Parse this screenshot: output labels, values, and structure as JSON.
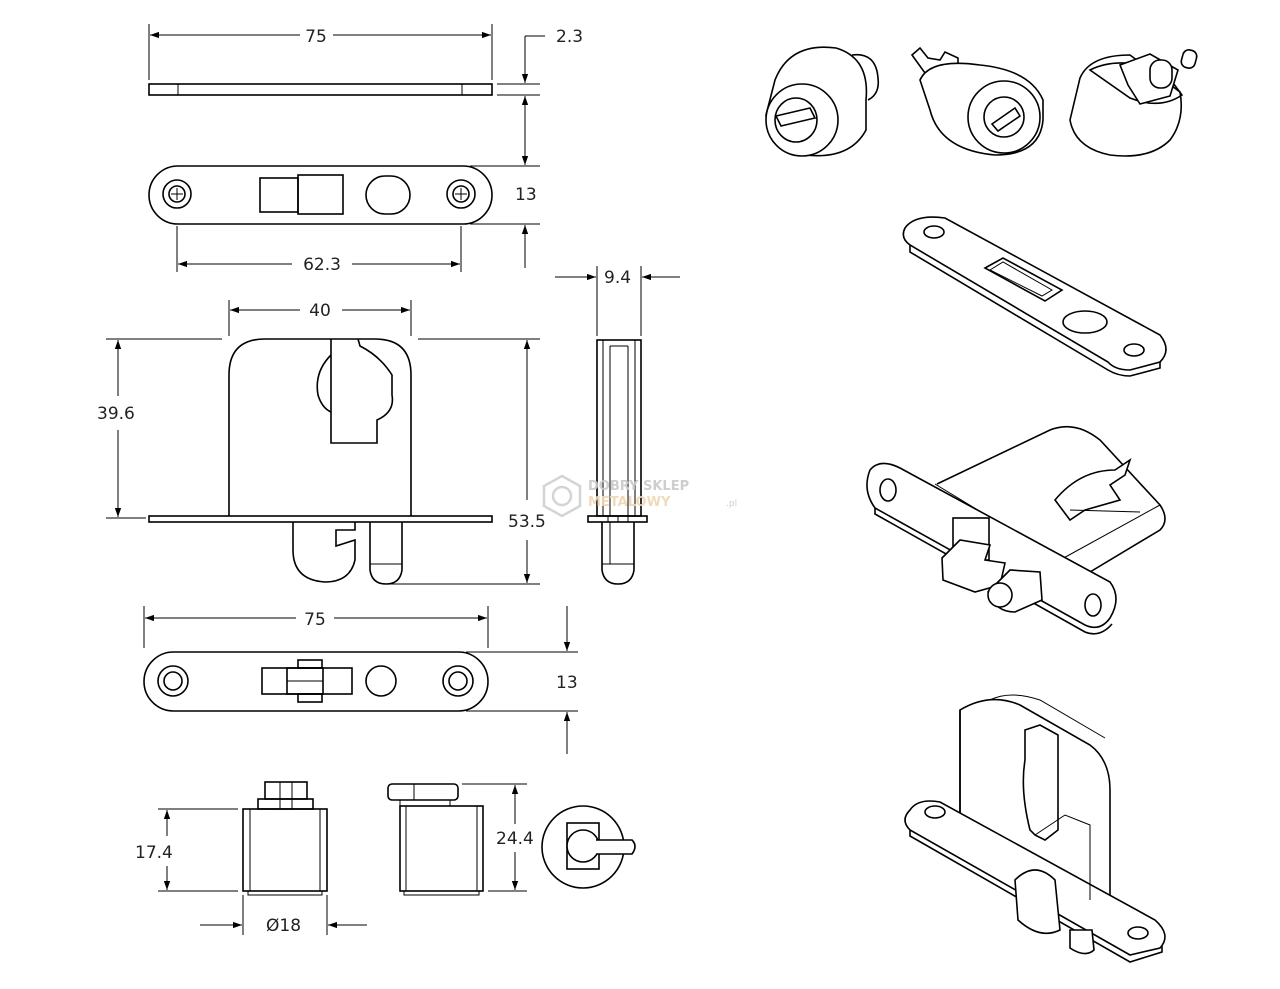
{
  "dimensions": {
    "top_width": "75",
    "thickness": "2.3",
    "plate_height": "13",
    "hole_spacing": "62.3",
    "body_width": "40",
    "body_height": "39.6",
    "side_width": "9.4",
    "total_height": "53.5",
    "bottom_width": "75",
    "bottom_plate_height": "13",
    "cylinder_height": "17.4",
    "cylinder_total_height": "24.4",
    "cylinder_diameter": "Ø18"
  },
  "watermark": {
    "line1": "DOBRY SKLEP",
    "line2": "METALOWY",
    "suffix": ".pl"
  },
  "colors": {
    "line": "#000000",
    "watermark_gray": "#c9c9c9",
    "watermark_orange": "#f0d7b4"
  }
}
